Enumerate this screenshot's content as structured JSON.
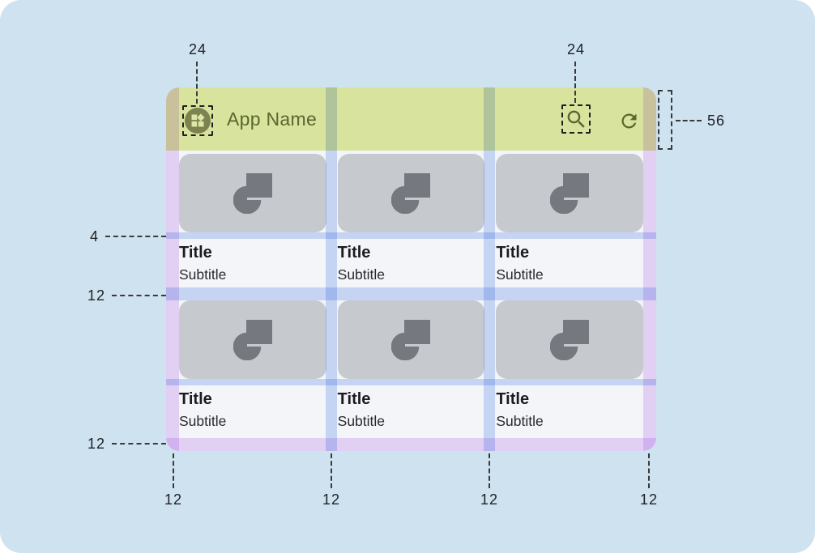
{
  "appbar": {
    "title": "App Name",
    "logo_icon": "widgets-icon",
    "search_icon": "search-icon",
    "refresh_icon": "refresh-icon"
  },
  "cards": [
    {
      "title": "Title",
      "subtitle": "Subtitle"
    },
    {
      "title": "Title",
      "subtitle": "Subtitle"
    },
    {
      "title": "Title",
      "subtitle": "Subtitle"
    },
    {
      "title": "Title",
      "subtitle": "Subtitle"
    },
    {
      "title": "Title",
      "subtitle": "Subtitle"
    },
    {
      "title": "Title",
      "subtitle": "Subtitle"
    }
  ],
  "annotations": {
    "logo_size": "24",
    "search_size": "24",
    "appbar_height": "56",
    "image_text_gap": "4",
    "row_gap": "12",
    "bottom_margin_left": "12",
    "bottom_margins": [
      "12",
      "12",
      "12",
      "12"
    ]
  },
  "colors": {
    "page-bg": "#CFE2F0",
    "mock-bg": "#F3F5F9",
    "appbar-green": "#D8E39E",
    "appbar-content": "#5A672E",
    "logo-circle": "#7D824E",
    "logo-glyph": "#DCE6A6",
    "card-gray": "#C6C9CE",
    "glyph-gray": "#75797F",
    "purple-overlay": "#EDD9FA",
    "blue-overlay": "#CFDDF8",
    "title-text": "#1C1C1E",
    "subtitle-text": "#2A2A2D",
    "annotation-text": "#202124",
    "dash": "#3A3A3A"
  }
}
